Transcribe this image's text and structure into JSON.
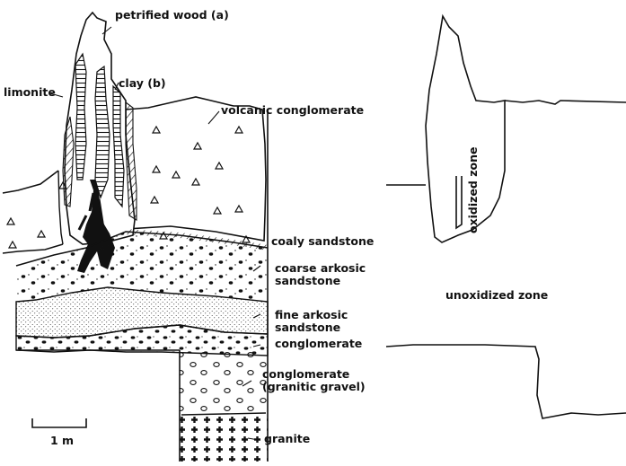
{
  "labels": {
    "petrified_wood": "petrified wood (a)",
    "clay": "clay (b)",
    "limonite": "limonite",
    "volcanic_conglomerate": "volcanic conglomerate",
    "coaly_sandstone": "coaly sandstone",
    "coarse_arkosic_line1": "coarse arkosic",
    "coarse_arkosic_line2": "sandstone",
    "fine_arkosic_line1": "fine arkosic",
    "fine_arkosic_line2": "sandstone",
    "conglomerate": "conglomerate",
    "conglomerate_granitic_line1": "conglomerate",
    "conglomerate_granitic_line2": "(granitic gravel)",
    "granite": "granite",
    "scale": "1 m",
    "oxidized_zone": "oxidized zone",
    "unoxidized_zone": "unoxidized zone"
  },
  "colors": {
    "ink": "#111111",
    "background": "#ffffff"
  }
}
